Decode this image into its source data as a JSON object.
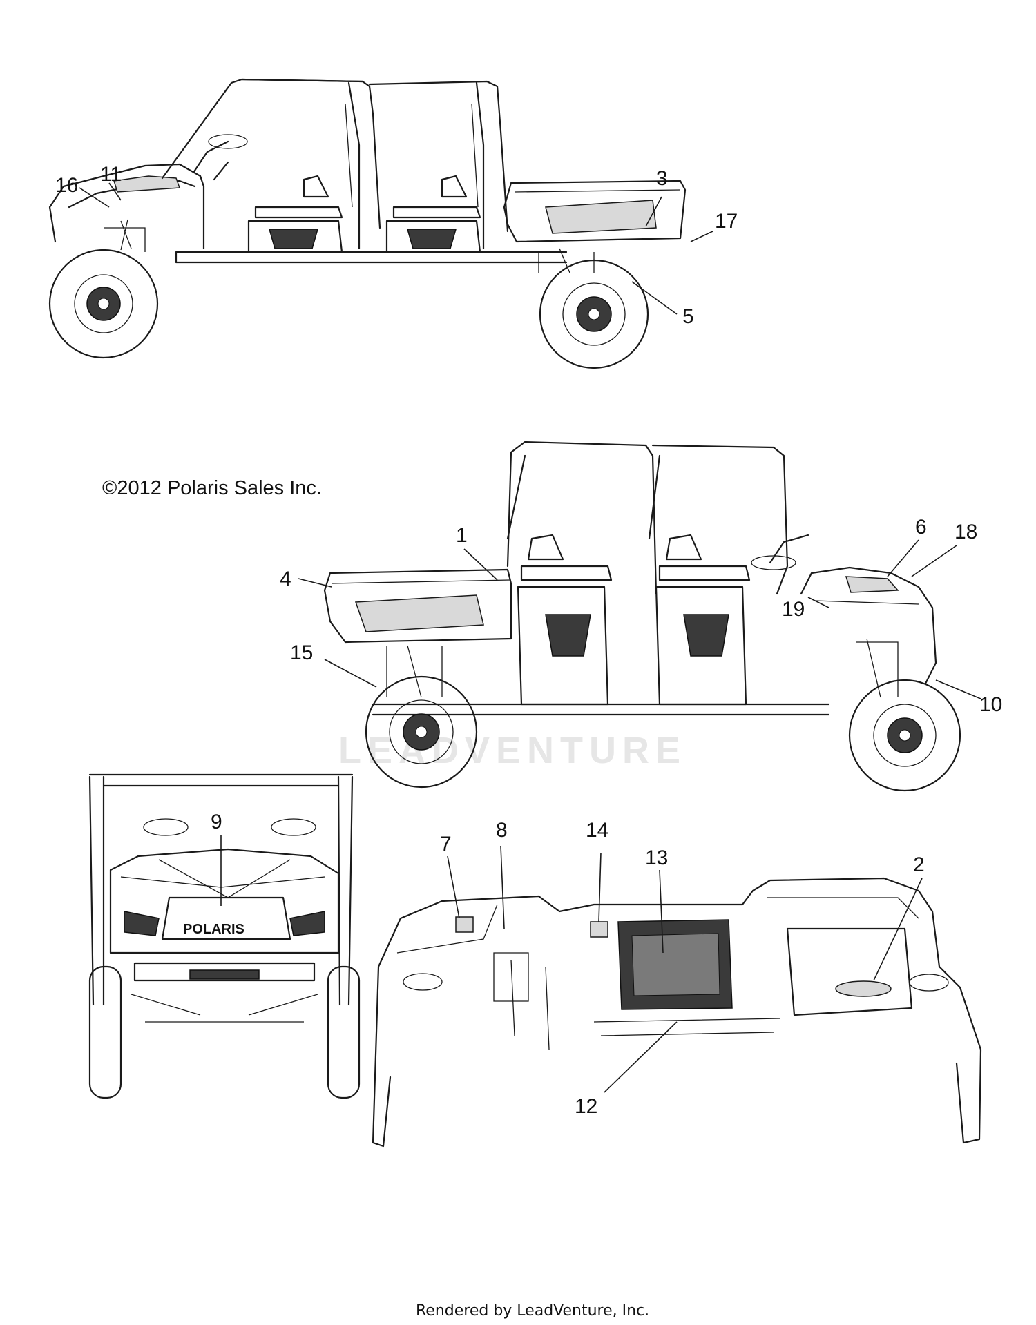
{
  "copyright": "©2012 Polaris Sales Inc.",
  "footer": "Rendered by LeadVenture, Inc.",
  "watermark": "LEADVENTURE",
  "brand_label": "POLARIS",
  "callouts": {
    "c1": "1",
    "c2": "2",
    "c3": "3",
    "c4": "4",
    "c5": "5",
    "c6": "6",
    "c7": "7",
    "c8": "8",
    "c9": "9",
    "c10": "10",
    "c11": "11",
    "c12": "12",
    "c13": "13",
    "c14": "14",
    "c15": "15",
    "c16": "16",
    "c17": "17",
    "c18": "18",
    "c19": "19"
  }
}
